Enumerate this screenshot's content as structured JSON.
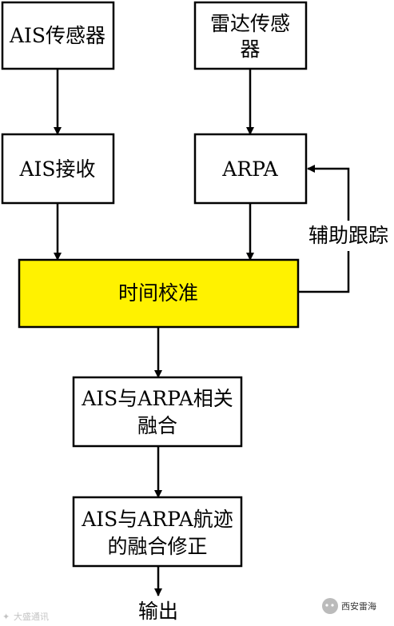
{
  "colors": {
    "box_fill": "#ffffff",
    "highlight_fill": "#fff200",
    "stroke": "#000000"
  },
  "nodes": {
    "ais_sensor": "AIS传感器",
    "radar_sensor_line1": "雷达传感",
    "radar_sensor_line2": "器",
    "ais_receive": "AIS接收",
    "arpa": "ARPA",
    "time_calibration": "时间校准",
    "correlation_line1": "AIS与ARPA相关",
    "correlation_line2": "融合",
    "track_fusion_line1": "AIS与ARPA航迹",
    "track_fusion_line2": "的融合修正"
  },
  "labels": {
    "assist_tracking": "辅助跟踪",
    "output": "输出"
  },
  "watermarks": {
    "left": "大盛通讯",
    "right": "西安雷海"
  }
}
